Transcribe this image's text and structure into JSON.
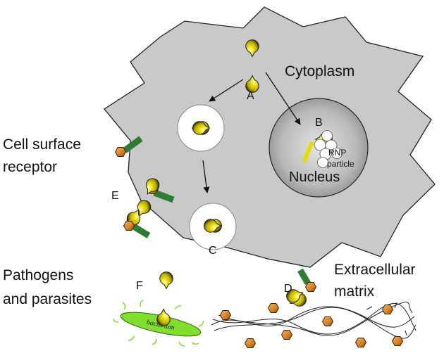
{
  "labels": {
    "cytoplasm": "Cytoplasm",
    "nucleus": "Nucleus",
    "rnp_line1": "RNP",
    "rnp_line2": "particle",
    "cell_surface_line1": "Cell surface",
    "cell_surface_line2": "receptor",
    "pathogens_line1": "Pathogens",
    "pathogens_line2": "and parasites",
    "extracellular_line1": "Extracellular",
    "extracellular_line2": "matrix",
    "bacterium": "bacterium"
  },
  "markers": {
    "A": "A",
    "B": "B",
    "C": "C",
    "D": "D",
    "E": "E",
    "F": "F"
  },
  "colors": {
    "cell_fill": "#c9c9c9",
    "nucleus_fill": "#a9a9a9",
    "protein_yellow": "#e6dd00",
    "hexagon_orange": "#d97a1a",
    "receptor_green": "#2e7d32",
    "bacterium_green": "#7ee02a"
  }
}
